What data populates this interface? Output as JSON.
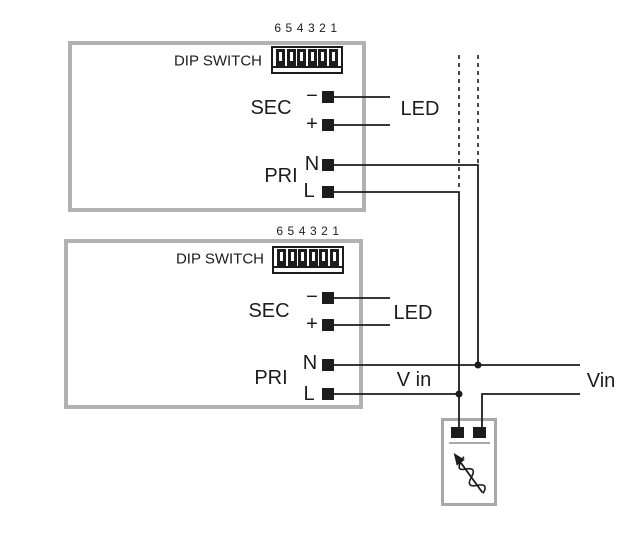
{
  "colors": {
    "line": "#1c1c1c",
    "box_border": "#b2b2b2",
    "dimmer_border": "#a8a8a8",
    "background": "#ffffff"
  },
  "driver1": {
    "dip_numbers": "6 5 4 3 2 1",
    "dip_switch_label": "DIP SWITCH",
    "sec_label": "SEC",
    "pri_label": "PRI",
    "minus_label": "−",
    "plus_label": "+",
    "neutral_label": "N",
    "line_label": "L",
    "led_label": "LED"
  },
  "driver2": {
    "dip_numbers": "6 5 4 3 2 1",
    "dip_switch_label": "DIP SWITCH",
    "sec_label": "SEC",
    "pri_label": "PRI",
    "minus_label": "−",
    "plus_label": "+",
    "neutral_label": "N",
    "line_label": "L",
    "led_label": "LED"
  },
  "external": {
    "vin_inline_label": "V in",
    "vin_label": "Vin"
  },
  "dip_switch": {
    "positions": 6
  }
}
